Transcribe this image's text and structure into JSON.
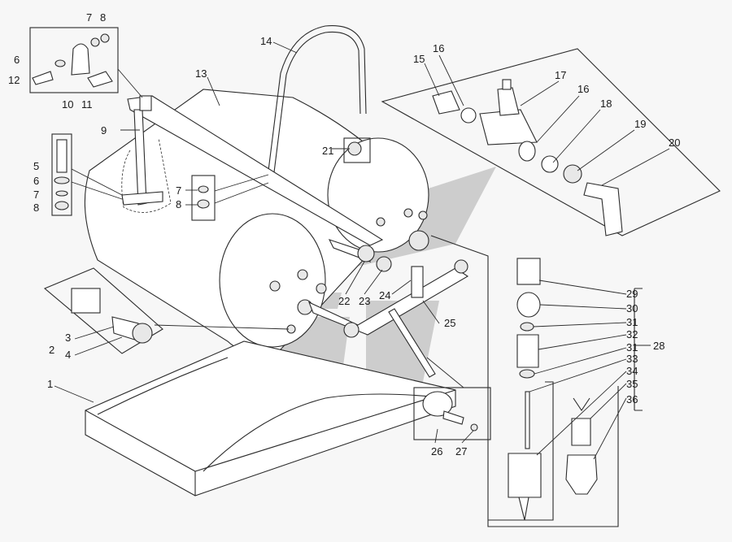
{
  "labels": {
    "l1": "1",
    "l2": "2",
    "l3": "3",
    "l4": "4",
    "l5": "5",
    "l6a": "6",
    "l6b": "6",
    "l7a": "7",
    "l7b": "7",
    "l7c": "7",
    "l8a": "8",
    "l8b": "8",
    "l8c": "8",
    "l9": "9",
    "l10": "10",
    "l11": "11",
    "l12": "12",
    "l13": "13",
    "l14": "14",
    "l15": "15",
    "l16a": "16",
    "l16b": "16",
    "l17": "17",
    "l18": "18",
    "l19": "19",
    "l20": "20",
    "l21": "21",
    "l22": "22",
    "l23": "23",
    "l24": "24",
    "l25": "25",
    "l26": "26",
    "l27": "27",
    "l28": "28",
    "l29": "29",
    "l30": "30",
    "l31a": "31",
    "l31b": "31",
    "l32": "32",
    "l33": "33",
    "l34": "34",
    "l35": "35",
    "l36": "36"
  },
  "colors": {
    "line": "#2b2b2b",
    "fill": "#e8e8e8",
    "background": "#f7f7f7",
    "watermark": "#9a9a9a"
  }
}
